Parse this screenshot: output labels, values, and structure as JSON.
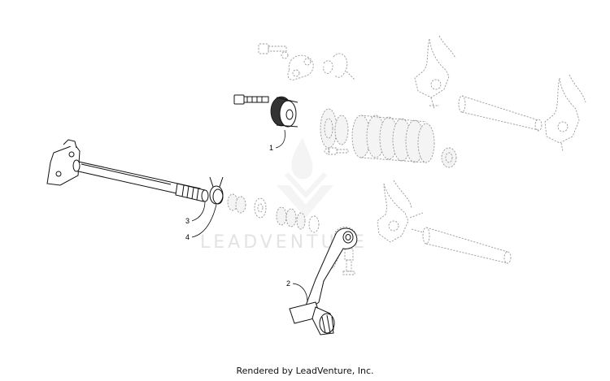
{
  "diagram": {
    "callouts": [
      "1",
      "2",
      "3",
      "4"
    ],
    "watermark": "LEADVENTURE",
    "footer": "Rendered by LeadVenture, Inc."
  }
}
